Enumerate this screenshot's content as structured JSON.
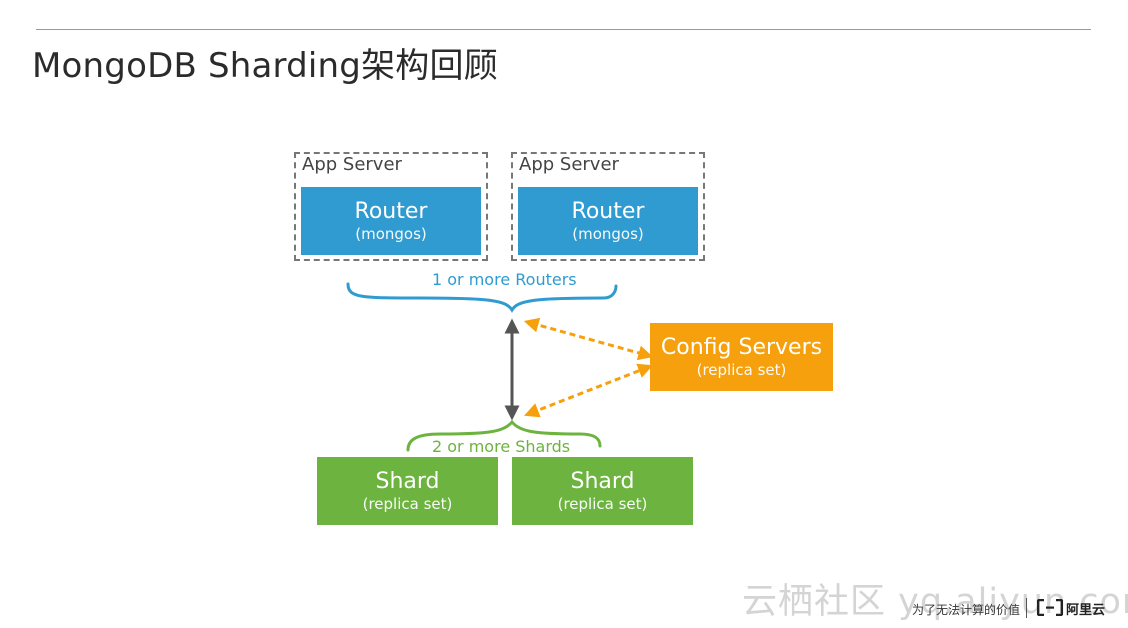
{
  "slide": {
    "title": "MongoDB Sharding架构回顾"
  },
  "diagram": {
    "app_servers": [
      {
        "label": "App Server",
        "router_title": "Router",
        "router_subtitle": "(mongos)"
      },
      {
        "label": "App Server",
        "router_title": "Router",
        "router_subtitle": "(mongos)"
      }
    ],
    "routers_brace_label": "1 or more Routers",
    "config_servers": {
      "title": "Config Servers",
      "subtitle": "(replica set)"
    },
    "shards_brace_label": "2 or more Shards",
    "shards": [
      {
        "title": "Shard",
        "subtitle": "(replica set)"
      },
      {
        "title": "Shard",
        "subtitle": "(replica set)"
      }
    ],
    "colors": {
      "router": "#2f9bd0",
      "config": "#f5a00c",
      "shard": "#6db33f",
      "router_brace": "#2f9bd0",
      "shard_brace": "#6db33f",
      "main_arrow": "#555555",
      "dashed_arrow": "#f5a00c"
    }
  },
  "footer": {
    "watermark": "云栖社区 yq.aliyun.com",
    "slogan": "为了无法计算的价值",
    "brand": "阿里云",
    "logo_icon": "aliyun-logo-icon"
  }
}
